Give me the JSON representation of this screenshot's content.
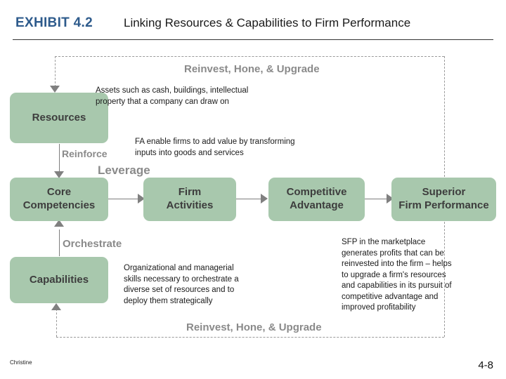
{
  "header": {
    "exhibit_label": "EXHIBIT 4.2",
    "title": "Linking Resources  & Capabilities to Firm Performance"
  },
  "nodes": {
    "resources": "Resources",
    "core_competencies_line1": "Core",
    "core_competencies_line2": "Competencies",
    "firm_activities_line1": "Firm",
    "firm_activities_line2": "Activities",
    "competitive_advantage_line1": "Competitive",
    "competitive_advantage_line2": "Advantage",
    "superior_firm_performance_line1": "Superior",
    "superior_firm_performance_line2": "Firm Performance",
    "capabilities": "Capabilities"
  },
  "stage_labels": {
    "reinvest_top": "Reinvest, Hone, & Upgrade",
    "reinforce": "Reinforce",
    "leverage": "Leverage",
    "orchestrate": "Orchestrate",
    "reinvest_bottom": "Reinvest, Hone, & Upgrade"
  },
  "notes": {
    "resources_note_line1": "Assets such as cash, buildings, intellectual",
    "resources_note_line2": "property that a company can draw on",
    "firm_activities_note_line1": "FA enable firms to add value by transforming",
    "firm_activities_note_line2": "inputs into goods and services",
    "capabilities_note_line1": "Organizational and managerial",
    "capabilities_note_line2": "skills necessary to orchestrate a",
    "capabilities_note_line3": "diverse set of resources and to",
    "capabilities_note_line4": "deploy them strategically",
    "performance_note_line1": "SFP in the marketplace",
    "performance_note_line2": "generates profits that can be",
    "performance_note_line3": "reinvested into the firm – helps",
    "performance_note_line4": "to upgrade a firm's resources",
    "performance_note_line5": "and capabilities in its pursuit of",
    "performance_note_line6": "competitive advantage and",
    "performance_note_line7": "improved profitability"
  },
  "footer": {
    "author": "Christine",
    "page_number": "4-8"
  },
  "colors": {
    "exhibit_label": "#2e5b8c",
    "node_fill": "#a8c8ad",
    "node_text": "#3d3d3d",
    "stage_label": "#8a8a8a",
    "connector": "#7d7d7d",
    "dashed_loop": "#9a9a9a"
  }
}
